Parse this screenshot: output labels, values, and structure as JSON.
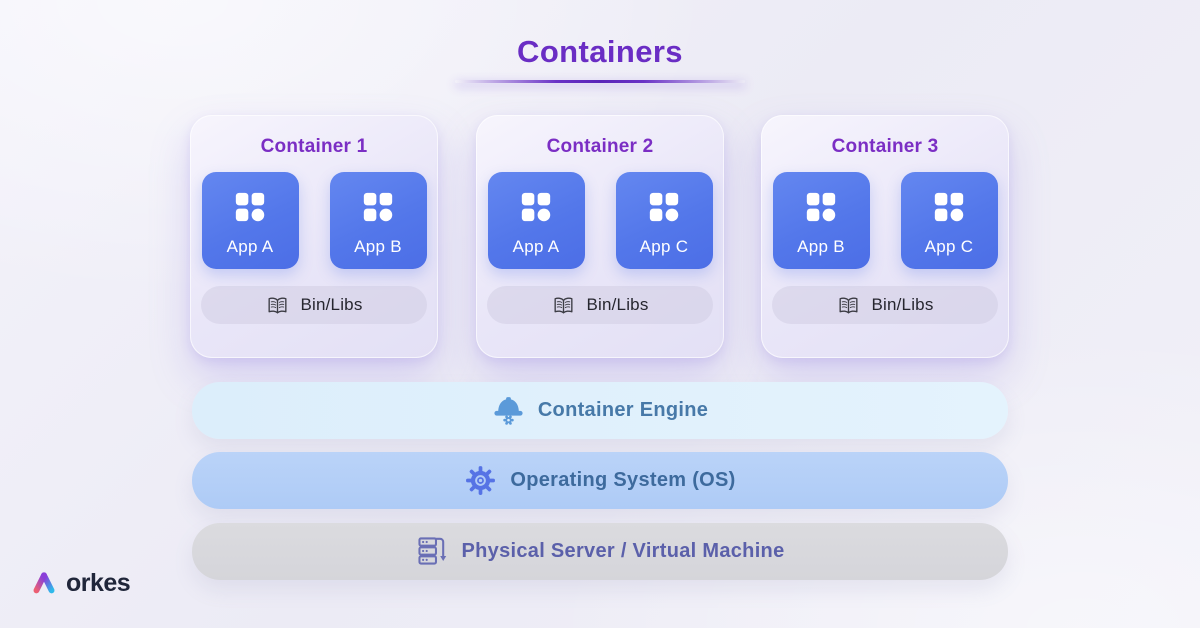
{
  "page": {
    "title": "Containers"
  },
  "containers": [
    {
      "label": "Container 1",
      "apps": [
        "App A",
        "App B"
      ],
      "binlibs_label": "Bin/Libs"
    },
    {
      "label": "Container 2",
      "apps": [
        "App A",
        "App C"
      ],
      "binlibs_label": "Bin/Libs"
    },
    {
      "label": "Container 3",
      "apps": [
        "App B",
        "App C"
      ],
      "binlibs_label": "Bin/Libs"
    }
  ],
  "layers": [
    {
      "label": "Container Engine",
      "icon": "engineer-helmet-icon"
    },
    {
      "label": "Operating System (OS)",
      "icon": "gear-icon"
    },
    {
      "label": "Physical Server / Virtual Machine",
      "icon": "server-arrow-icon"
    }
  ],
  "footer": {
    "brand": "orkes"
  },
  "colors": {
    "page_title": "#6a2dc4",
    "container_title": "#7b2ec4",
    "app_tile_blue": "#5377ea",
    "engine_bar_bg": "#ddeffb",
    "engine_text": "#4779a8",
    "os_bar_bg": "#b2ccf7",
    "os_text": "#3d6a9d",
    "server_bar_bg": "#d8d8dc",
    "server_text": "#5b60aa",
    "binlibs_text": "#26262f"
  }
}
